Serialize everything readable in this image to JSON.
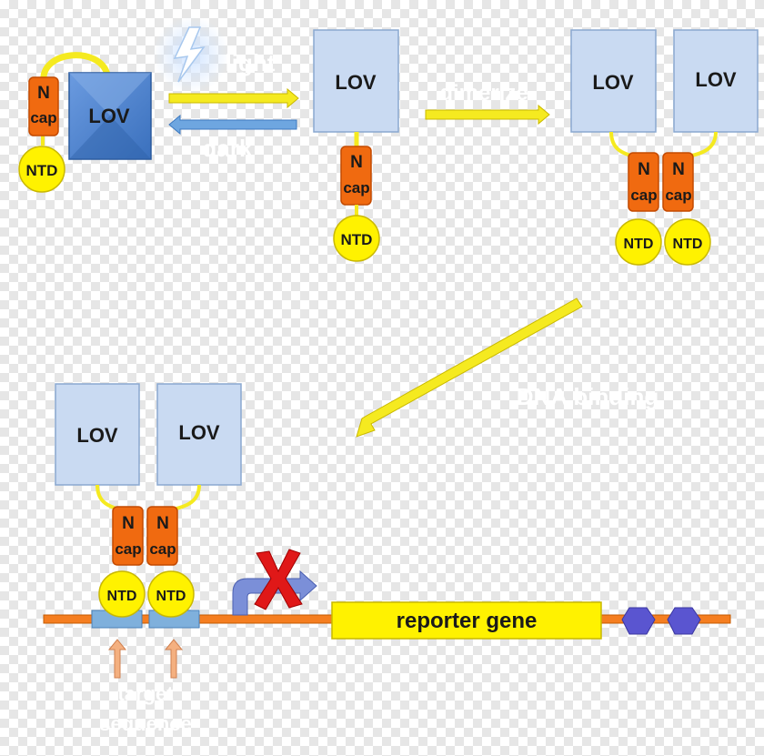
{
  "labels": {
    "lov": "LOV",
    "n": "N",
    "cap": "cap",
    "ntd": "NTD",
    "light": "light",
    "dark": "dark",
    "dimerize": "dimerize",
    "dna_binding": "DNA binding",
    "reporter_gene": "reporter gene",
    "target_line1": "target",
    "target_line2": "sequence"
  },
  "colors": {
    "lov_light": "#c9daf2",
    "lov_dark": "#4f86cf",
    "ncap": "#f06a10",
    "ntd": "#fff200",
    "linker": "#f5ea20",
    "dna": "#f57e20",
    "target_box": "#7fb0dc",
    "arrow_fwd": "#f5ea20",
    "arrow_back": "#6ea6e0",
    "reporter": "#fff200",
    "hexagon": "#5a55d0",
    "promoter": "#7b8fd8",
    "block_x": "#e01818",
    "up_arrow": "#f4b080"
  },
  "icons": {
    "light_icon": "lightning-bolt-icon",
    "block_icon": "red-x-icon",
    "promoter_icon": "bent-arrow-icon"
  }
}
